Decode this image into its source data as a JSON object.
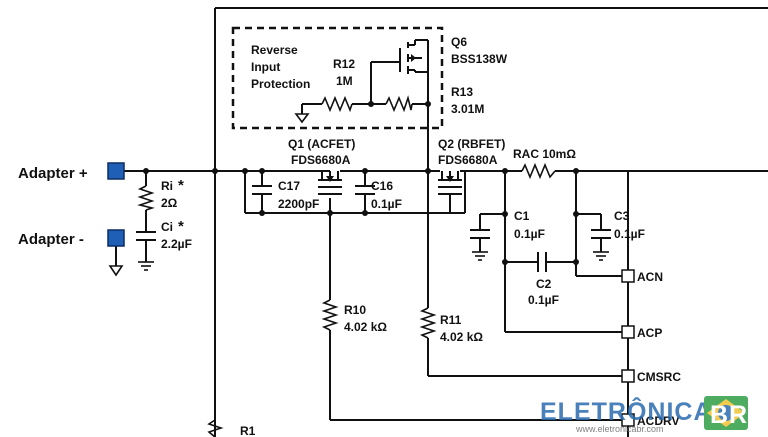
{
  "terminals": {
    "adapter_plus": "Adapter +",
    "adapter_minus": "Adapter -"
  },
  "protection_box": {
    "line1": "Reverse",
    "line2": "Input",
    "line3": "Protection"
  },
  "components": {
    "q6_name": "Q6",
    "q6_part": "BSS138W",
    "r12_name": "R12",
    "r12_value": "1M",
    "r13_name": "R13",
    "r13_value": "3.01M",
    "q1_name": "Q1 (ACFET)",
    "q1_part": "FDS6680A",
    "q2_name": "Q2 (RBFET)",
    "q2_part": "FDS6680A",
    "rac": "RAC  10mΩ",
    "ri_name": "Ri",
    "ri_value": "2Ω",
    "ci_name": "Ci",
    "ci_value": "2.2µF",
    "c17_name": "C17",
    "c17_value": "2200pF",
    "c16_name": "C16",
    "c16_value": "0.1µF",
    "c1_name": "C1",
    "c1_value": "0.1µF",
    "c2_name": "C2",
    "c2_value": "0.1µF",
    "c3_name": "C3",
    "c3_value": "0.1µF",
    "r10_name": "R10",
    "r10_value": "4.02 kΩ",
    "r11_name": "R11",
    "r11_value": "4.02 kΩ",
    "r1_name": "R1",
    "star": "*"
  },
  "pins": {
    "acn": "ACN",
    "acp": "ACP",
    "cmsrc": "CMSRC",
    "acdrv": "ACDRV"
  },
  "watermark": {
    "brand_left": "ELETRÔNICA",
    "brand_right": "BR",
    "url": "www.eletronicabr.com"
  },
  "colors": {
    "terminal": "#1f5fb5",
    "watermark_blue": "#2b6cb0",
    "watermark_green": "#2e9e45",
    "watermark_yellow": "#f2c230"
  }
}
